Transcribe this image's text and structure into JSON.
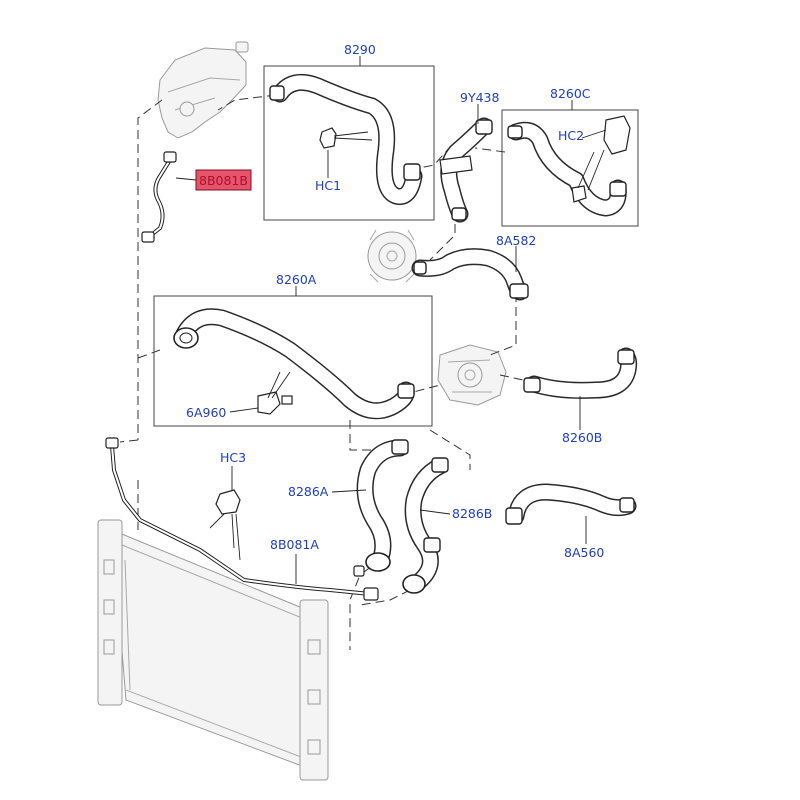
{
  "labels": {
    "p8290": "8290",
    "p9y438": "9Y438",
    "p8260c": "8260C",
    "phc2": "HC2",
    "phc1": "HC1",
    "p8b081b": "8B081B",
    "p8a582": "8A582",
    "p8260a": "8260A",
    "p6a960": "6A960",
    "p8260b": "8260B",
    "phc3": "HC3",
    "p8286a": "8286A",
    "p8286b": "8286B",
    "p8a560": "8A560",
    "p8b081a": "8B081A"
  },
  "colors": {
    "label": "#1e3fbf",
    "highlight_fill": "#e5546b",
    "highlight_text": "#b0102a",
    "hose": "#2a2a2a"
  }
}
